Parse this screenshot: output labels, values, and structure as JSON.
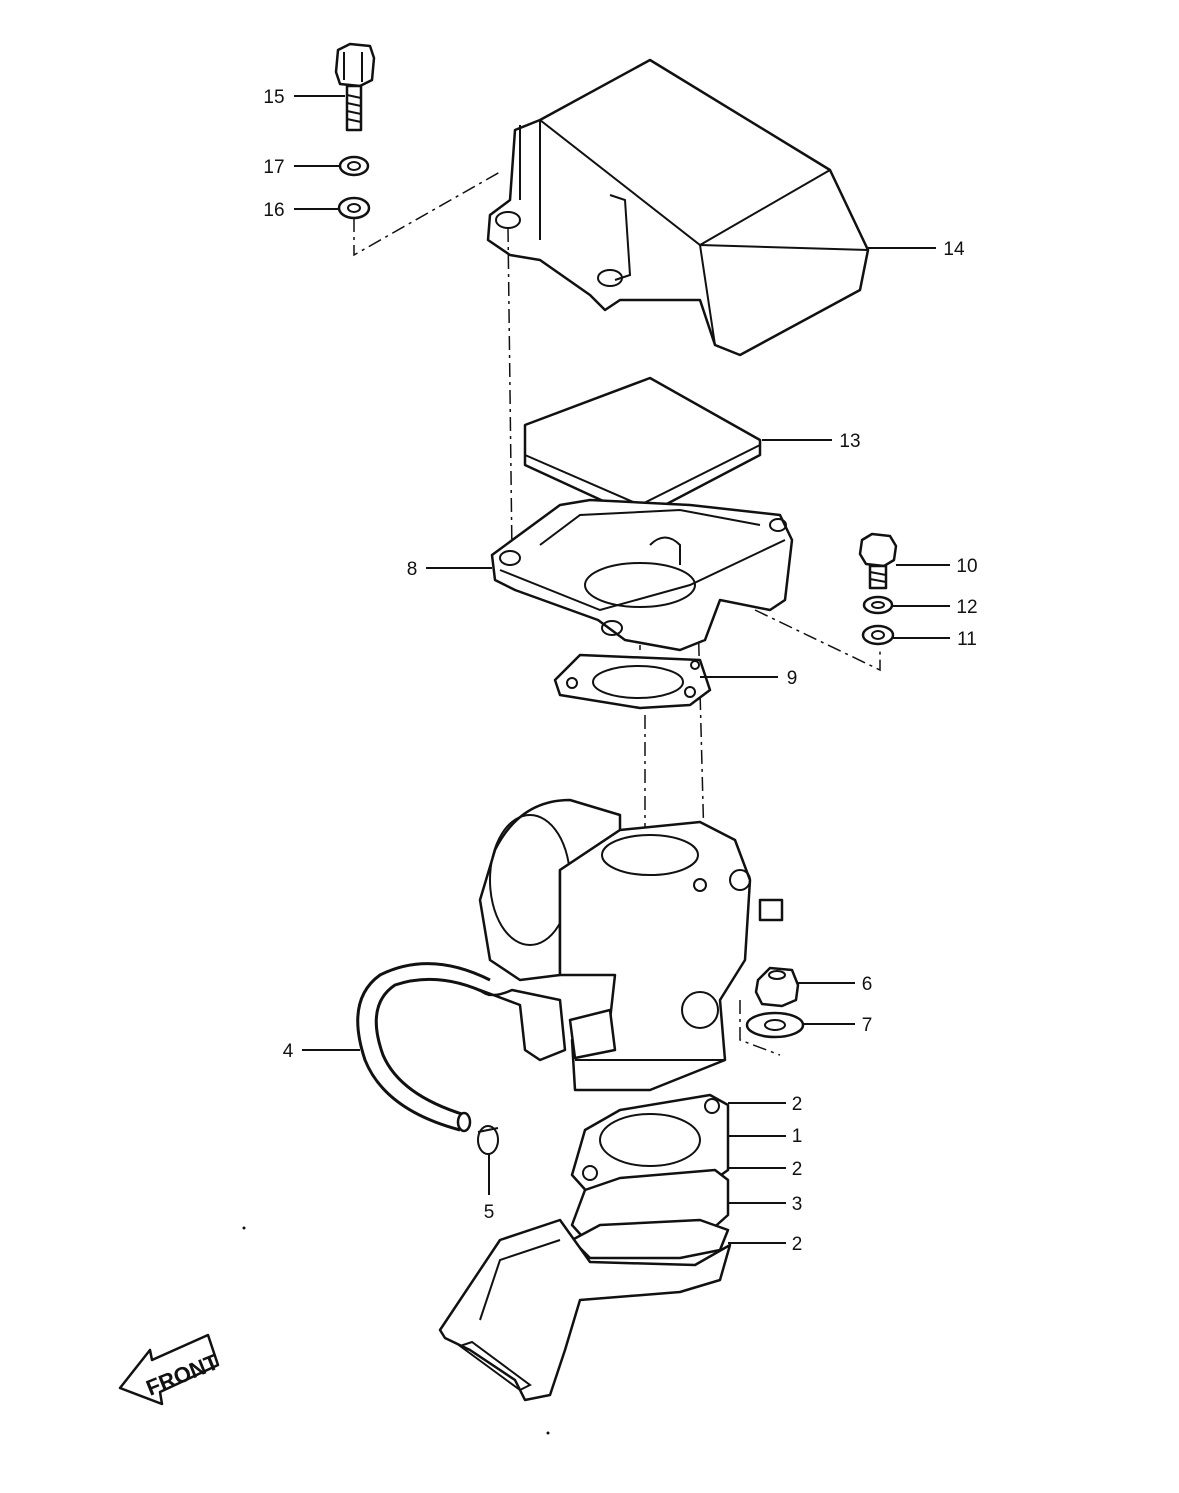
{
  "diagram": {
    "callouts": [
      "1",
      "2",
      "2",
      "2",
      "3",
      "4",
      "5",
      "6",
      "7",
      "8",
      "9",
      "10",
      "11",
      "12",
      "13",
      "14",
      "15",
      "16",
      "17"
    ],
    "front_label": "FRONT"
  },
  "parts": {
    "bolt_top": {
      "icon": "hex-bolt-icon"
    },
    "cover": {
      "icon": "air-cleaner-cover-icon"
    },
    "filter": {
      "icon": "filter-element-icon"
    },
    "base": {
      "icon": "air-cleaner-base-icon"
    },
    "gasket_top": {
      "icon": "gasket-icon"
    },
    "carburetor": {
      "icon": "carburetor-icon"
    },
    "hose": {
      "icon": "fuel-hose-icon"
    },
    "clip": {
      "icon": "hose-clip-icon"
    },
    "nut": {
      "icon": "hex-nut-icon"
    },
    "insulator": {
      "icon": "insulator-icon"
    },
    "bracket": {
      "icon": "bracket-icon"
    }
  }
}
